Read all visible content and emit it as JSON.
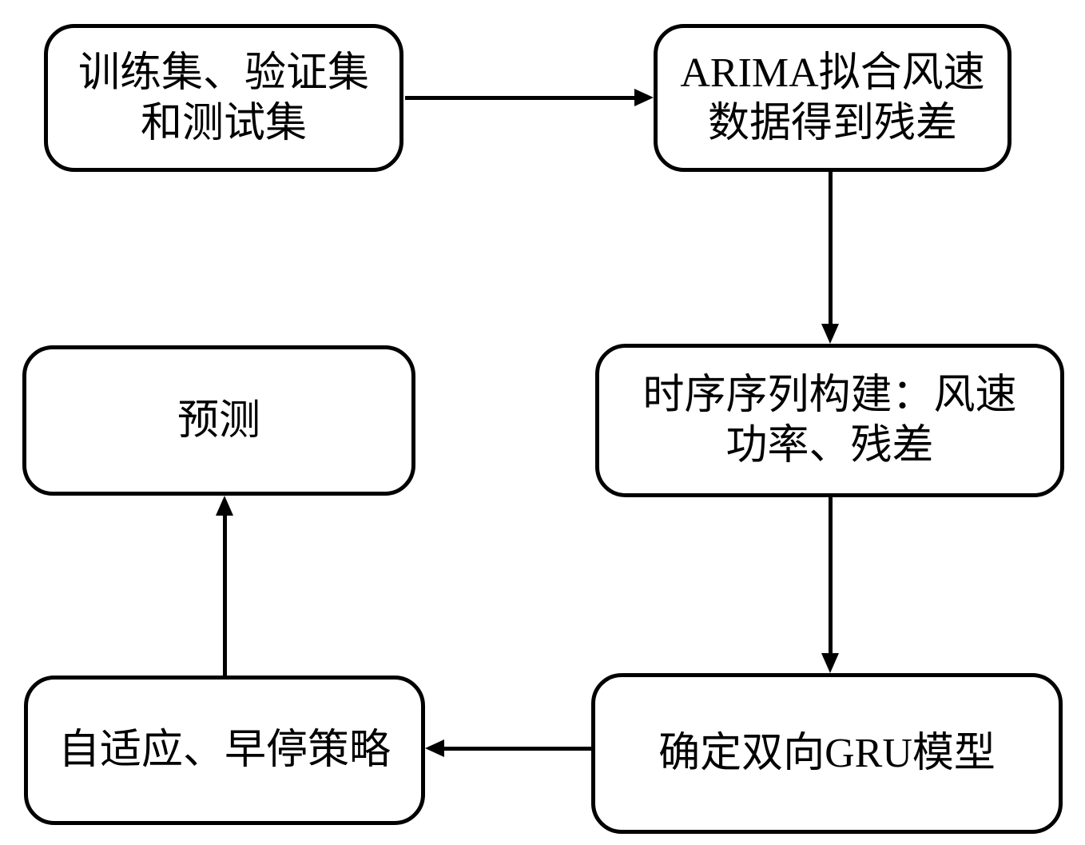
{
  "diagram": {
    "type": "flowchart",
    "background_color": "#ffffff",
    "stroke_color": "#000000",
    "nodes": {
      "dataset_split": {
        "label": "训练集、验证集\n和测试集"
      },
      "arima_fit": {
        "label": "ARIMA拟合风速\n数据得到残差"
      },
      "time_series": {
        "label": "时序序列构建：风速\n功率、残差"
      },
      "bigru_model": {
        "label": "确定双向GRU模型"
      },
      "adaptive_early_stop": {
        "label": "自适应、早停策略"
      },
      "prediction": {
        "label": "预测"
      }
    },
    "edges": [
      {
        "from": "dataset_split",
        "to": "arima_fit",
        "direction": "right"
      },
      {
        "from": "arima_fit",
        "to": "time_series",
        "direction": "down"
      },
      {
        "from": "time_series",
        "to": "bigru_model",
        "direction": "down"
      },
      {
        "from": "bigru_model",
        "to": "adaptive_early_stop",
        "direction": "left"
      },
      {
        "from": "adaptive_early_stop",
        "to": "prediction",
        "direction": "up"
      }
    ]
  }
}
